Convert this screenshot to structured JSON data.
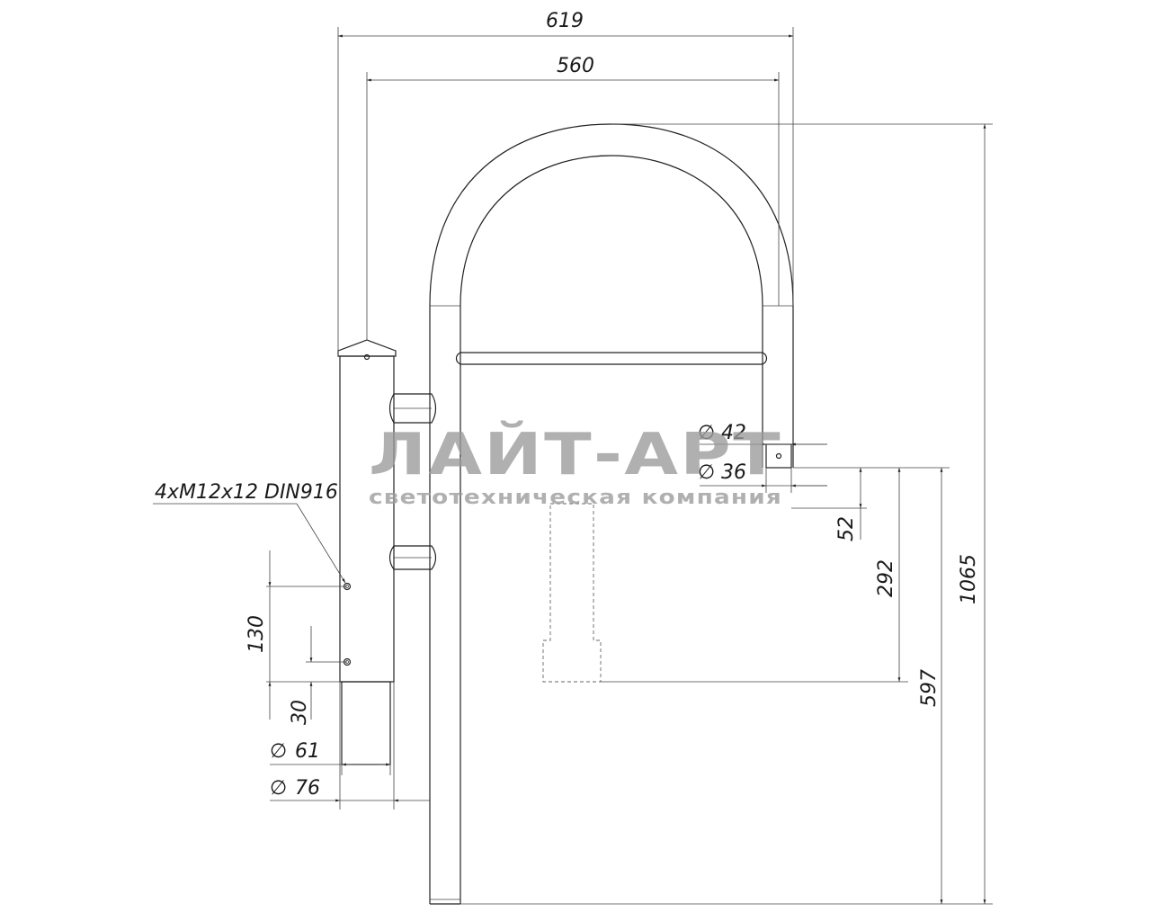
{
  "watermark": {
    "brand": "ЛАЙТ-АРТ",
    "tagline": "светотехническая компания"
  },
  "dimensions": {
    "width_total": "619",
    "width_inner": "560",
    "height_total": "1065",
    "height_597": "597",
    "height_292": "292",
    "height_52": "52",
    "dia_42": "42",
    "dia_36": "36",
    "dia_61": "61",
    "dia_76": "76",
    "dim_130": "130",
    "dim_30": "30"
  },
  "annotations": {
    "fastener": "4xM12x12 DIN916",
    "diameter_symbol": "∅"
  }
}
